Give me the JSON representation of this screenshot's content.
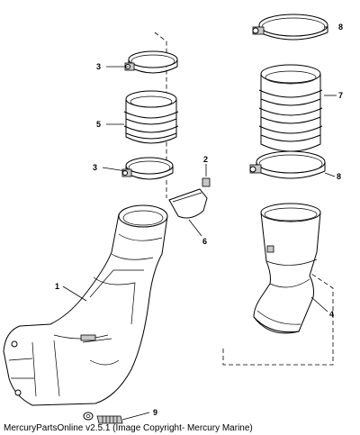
{
  "callouts": {
    "c1": "1",
    "c2": "2",
    "c3a": "3",
    "c3b": "3",
    "c4": "4",
    "c5": "5",
    "c6": "6",
    "c7": "7",
    "c8a": "8",
    "c8b": "8",
    "c9": "9"
  },
  "footer": {
    "copyright": "MercuryPartsOnline v2.5.1 (Image Copyright- Mercury Marine)"
  }
}
